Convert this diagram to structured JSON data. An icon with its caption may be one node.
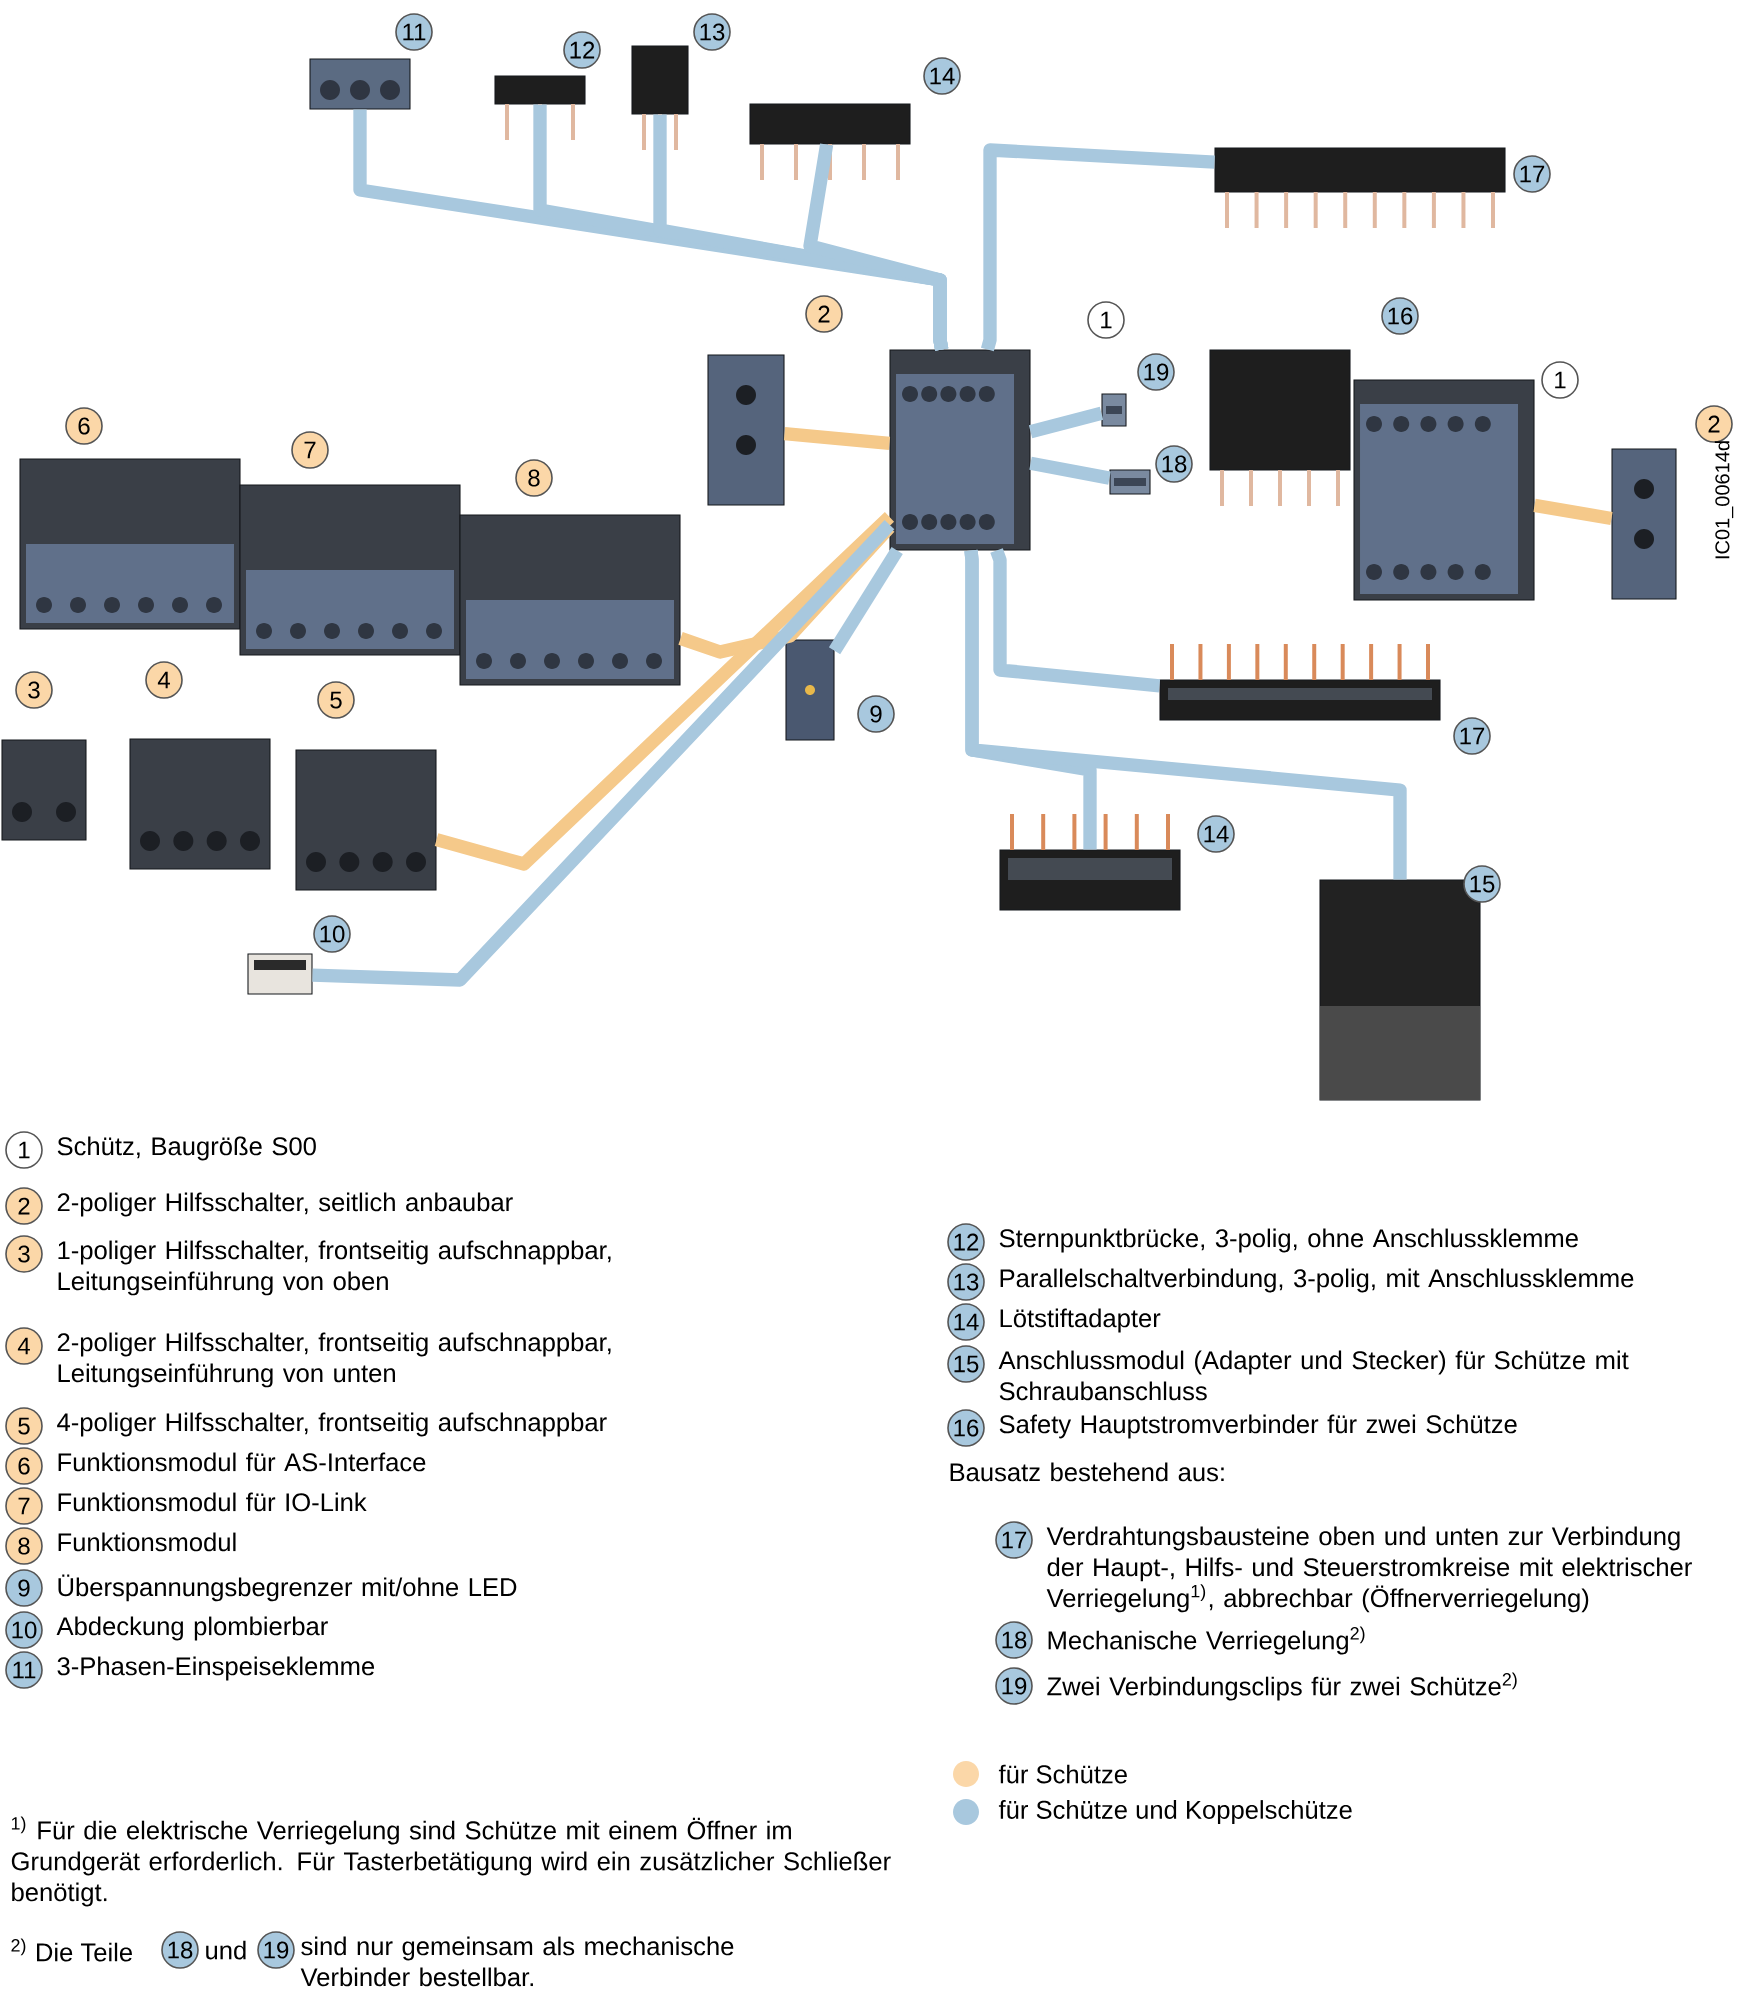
{
  "diagram": {
    "nodes": [
      {
        "text": [],
        "shape": "picture",
        "beside": [
          "1"
        ]
      },
      {
        "text": [],
        "shape": "picture",
        "beside": [
          "11"
        ]
      },
      {
        "text": [],
        "shape": "picture",
        "beside": [
          "12"
        ]
      },
      {
        "text": [],
        "shape": "picture",
        "beside": [
          "13"
        ]
      },
      {
        "text": [],
        "shape": "picture",
        "beside": [
          "14"
        ]
      },
      {
        "text": [],
        "shape": "picture",
        "beside": [
          "17"
        ]
      },
      {
        "text": [],
        "shape": "picture",
        "beside": [
          "2"
        ]
      },
      {
        "text": [],
        "shape": "picture",
        "beside": [
          "19"
        ]
      },
      {
        "text": [],
        "shape": "picture",
        "beside": [
          "18"
        ]
      },
      {
        "text": [],
        "shape": "picture",
        "beside": [
          "16"
        ]
      },
      {
        "text": [],
        "shape": "picture",
        "beside": [
          "1"
        ]
      },
      {
        "text": [],
        "shape": "picture",
        "beside": [
          "2"
        ]
      },
      {
        "text": [],
        "shape": "picture",
        "beside": [
          "6"
        ]
      },
      {
        "text": [],
        "shape": "picture",
        "beside": [
          "7"
        ]
      },
      {
        "text": [],
        "shape": "picture",
        "beside": [
          "8"
        ]
      },
      {
        "text": [],
        "shape": "picture",
        "beside": [
          "3"
        ]
      },
      {
        "text": [],
        "shape": "picture",
        "beside": [
          "4"
        ]
      },
      {
        "text": [],
        "shape": "picture",
        "beside": [
          "5"
        ]
      },
      {
        "text": [],
        "shape": "picture",
        "beside": [
          "10"
        ]
      },
      {
        "text": [],
        "shape": "picture",
        "beside": [
          "9"
        ]
      },
      {
        "text": [],
        "shape": "picture",
        "beside": [
          "17"
        ]
      },
      {
        "text": [],
        "shape": "picture",
        "beside": [
          "14"
        ]
      },
      {
        "text": [],
        "shape": "picture",
        "beside": [
          "15"
        ]
      }
    ],
    "edges": [
      {
        "from": 1,
        "to": 0,
        "arrow": "none"
      },
      {
        "from": 2,
        "to": 0,
        "arrow": "none"
      },
      {
        "from": 3,
        "to": 0,
        "arrow": "none"
      },
      {
        "from": 4,
        "to": 0,
        "arrow": "none"
      },
      {
        "from": 5,
        "to": 0,
        "arrow": "none"
      },
      {
        "from": 6,
        "to": 0,
        "arrow": "none",
        "color": "#f5c98a"
      },
      {
        "from": 7,
        "to": 0,
        "arrow": "none"
      },
      {
        "from": 8,
        "to": 0,
        "arrow": "none"
      },
      {
        "from": 11,
        "to": 10,
        "arrow": "none",
        "color": "#f5c98a"
      },
      {
        "from": 14,
        "to": 0,
        "arrow": "none",
        "color": "#f5c98a"
      },
      {
        "from": 17,
        "to": 0,
        "arrow": "none",
        "color": "#f5c98a"
      },
      {
        "from": 18,
        "to": 0,
        "arrow": "none"
      },
      {
        "from": 19,
        "to": 0,
        "arrow": "none"
      },
      {
        "from": 20,
        "to": 0,
        "arrow": "none"
      },
      {
        "from": 21,
        "to": 0,
        "arrow": "none"
      },
      {
        "from": 22,
        "to": 0,
        "arrow": "none"
      }
    ],
    "labels": [
      "IC01_00614d",
      "1",
      "Schütz, Baugröße S00",
      "2",
      "2-poliger Hilfsschalter, seitlich anbaubar",
      "3",
      "1-poliger Hilfsschalter, frontseitig aufschnappbar, Leitungseinführung von oben",
      "4",
      "2-poliger Hilfsschalter, frontseitig aufschnappbar, Leitungseinführung von unten",
      "5",
      "4-poliger Hilfsschalter, frontseitig aufschnappbar",
      "6",
      "Funktionsmodul für AS-Interface",
      "7",
      "Funktionsmodul für IO-Link",
      "8",
      "Funktionsmodul",
      "9",
      "Überspannungsbegrenzer mit/ohne LED",
      "10",
      "Abdeckung plombierbar",
      "11",
      "3-Phasen-Einspeiseklemme",
      "12",
      "Sternpunktbrücke, 3-polig, ohne Anschlussklemme",
      "13",
      "Parallelschaltverbindung, 3-polig, mit Anschlussklemme",
      "14",
      "Lötstiftadapter",
      "15",
      "Anschlussmodul (Adapter und Stecker) für Schütze mit Schraubanschluss",
      "16",
      "Safety Hauptstromverbinder für zwei Schütze",
      "Bausatz bestehend aus:",
      "17",
      "Verdrahtungsbausteine oben und unten zur Verbindung der Haupt-, Hilfs- und Steuerstromkreise mit elektrischer Verriegelung$^{1)}$, abbrechbar (Öffnerverriegelung)",
      "18",
      "Mechanische Verriegelung$^{2)}$",
      "19",
      "Zwei Verbindungsclips für zwei Schütze$^{2)}$",
      "$^{1)}$ Für die elektrische Verriegelung sind Schütze mit einem Öffner im Grundgerät erforderlich. Für Tasterbetätigung wird ein zusätzlicher Schließer benötigt.",
      "$^{2)}$ Die Teile",
      "18",
      "und",
      "19",
      "sind nur gemeinsam als mechanische Verbinder bestellbar."
    ],
    "legend": [
      {
        "text": "für Schütze",
        "color": "#fbd7a8"
      },
      {
        "text": "für Schütze und Koppelschütze",
        "color": "#a8c8de"
      }
    ]
  }
}
